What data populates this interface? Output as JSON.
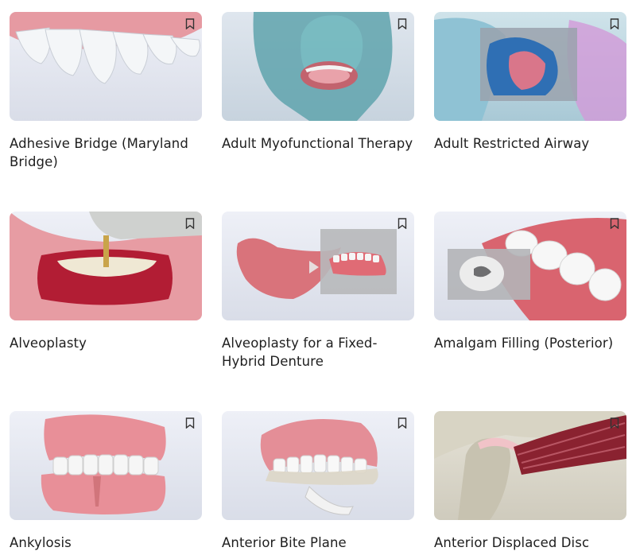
{
  "cards": [
    {
      "title": "Adhesive Bridge (Maryland Bridge)"
    },
    {
      "title": "Adult Myofunctional Therapy"
    },
    {
      "title": "Adult Restricted Airway"
    },
    {
      "title": "Alveoplasty"
    },
    {
      "title": "Alveoplasty for a Fixed-Hybrid Denture"
    },
    {
      "title": "Amalgam Filling (Posterior)"
    },
    {
      "title": "Ankylosis"
    },
    {
      "title": "Anterior Bite Plane"
    },
    {
      "title": "Anterior Displaced Disc"
    }
  ]
}
